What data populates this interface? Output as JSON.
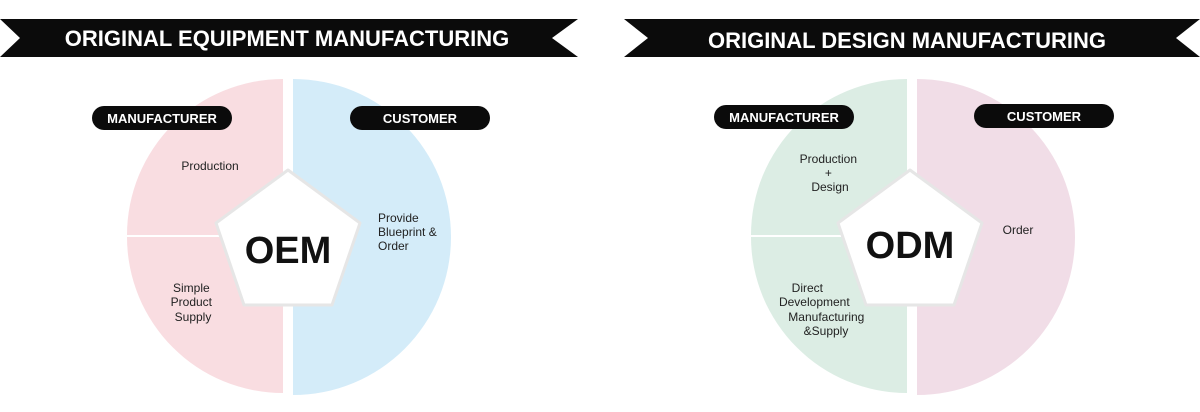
{
  "colors": {
    "banner": "#0b0b0b",
    "pill": "#0b0b0b",
    "oem_manufacturer": "#f9dde1",
    "oem_customer": "#d4ecf9",
    "odm_manufacturer": "#dcede4",
    "odm_customer": "#f1dde7"
  },
  "oem": {
    "banner": "ORIGINAL EQUIPMENT MANUFACTURING",
    "center": "OEM",
    "manufacturer_label": "MANUFACTURER",
    "customer_label": "CUSTOMER",
    "manufacturer_top": [
      "Production"
    ],
    "manufacturer_bottom": [
      "Simple",
      "Product",
      "Supply"
    ],
    "customer": [
      "Provide",
      "Blueprint &",
      "Order"
    ]
  },
  "odm": {
    "banner": "ORIGINAL DESIGN MANUFACTURING",
    "center": "ODM",
    "manufacturer_label": "MANUFACTURER",
    "customer_label": "CUSTOMER",
    "manufacturer_top": [
      "Production",
      "+",
      "Design"
    ],
    "manufacturer_bottom": [
      "Direct",
      "Development",
      "Manufacturing",
      "&Supply"
    ],
    "customer": [
      "Order"
    ]
  }
}
